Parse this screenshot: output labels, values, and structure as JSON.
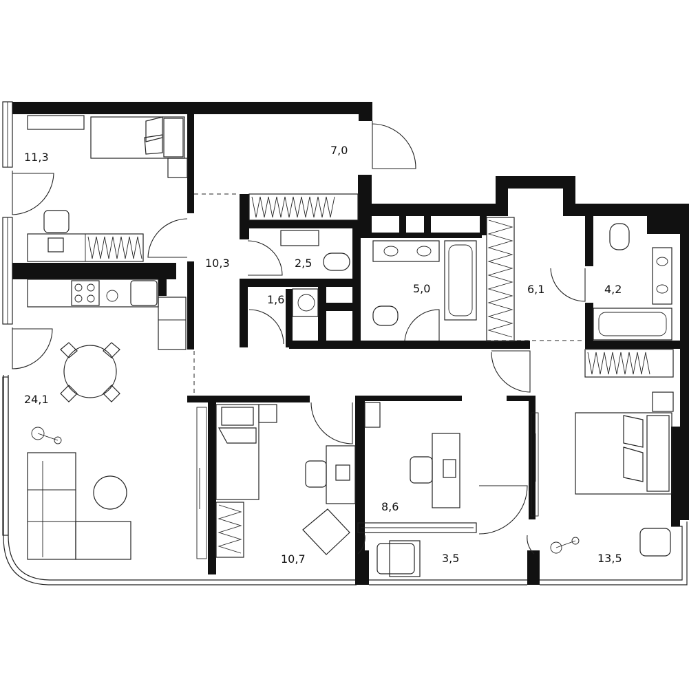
{
  "colors": {
    "wall": "#111111",
    "line": "#222222",
    "background": "#ffffff"
  },
  "rooms": [
    {
      "id": "bedroom-west",
      "area": "11,3"
    },
    {
      "id": "corridor-north",
      "area": "7,0"
    },
    {
      "id": "hallway",
      "area": "10,3"
    },
    {
      "id": "toilet",
      "area": "2,5"
    },
    {
      "id": "laundry",
      "area": "1,6"
    },
    {
      "id": "bathroom-main",
      "area": "5,0"
    },
    {
      "id": "dressing-room",
      "area": "6,1"
    },
    {
      "id": "bathroom-ensuite",
      "area": "4,2"
    },
    {
      "id": "living-kitchen",
      "area": "24,1"
    },
    {
      "id": "bedroom-south",
      "area": "10,7"
    },
    {
      "id": "study",
      "area": "8,6"
    },
    {
      "id": "balcony",
      "area": "3,5"
    },
    {
      "id": "master-bedroom",
      "area": "13,5"
    }
  ]
}
